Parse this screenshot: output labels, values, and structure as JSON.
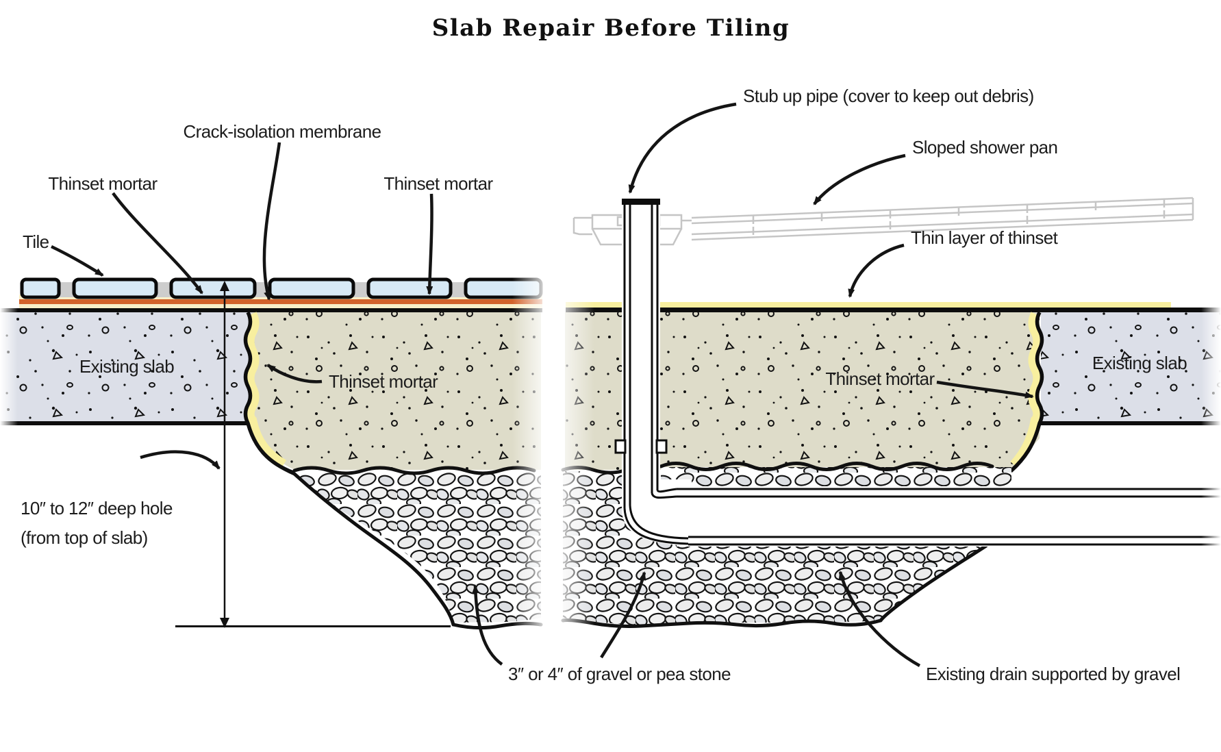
{
  "title": "Slab Repair Before Tiling",
  "left_diagram": {
    "labels": {
      "tile": "Tile",
      "thinset_top_left": "Thinset mortar",
      "crack_isolation_membrane": "Crack-isolation membrane",
      "thinset_top_right": "Thinset mortar",
      "existing_slab": "Existing slab",
      "thinset_joint": "Thinset mortar",
      "deep_hole_line1": "10″ to 12″ deep hole",
      "deep_hole_line2": "(from top of slab)",
      "gravel": "3″ or 4″ of gravel or pea stone"
    }
  },
  "right_diagram": {
    "labels": {
      "stub_up_pipe": "Stub up pipe (cover to keep out debris)",
      "sloped_shower_pan": "Sloped shower pan",
      "thin_layer_thinset": "Thin layer of thinset",
      "thinset_joint": "Thinset mortar",
      "existing_slab": "Existing slab",
      "existing_drain": "Existing drain supported by gravel"
    }
  },
  "colors": {
    "tile_blue": "#d7e9f5",
    "grout_gray": "#cdcdcd",
    "thinset_cream": "#f8efc9",
    "membrane_orange": "#d2622b",
    "thinset_yellow": "#f8ef9f",
    "slab_gray": "#dcdfe8",
    "fill_olive": "#dedcc9",
    "pebble_light": "#ececec",
    "outline_black": "#101010",
    "ghost_gray": "#c5c5c5"
  }
}
